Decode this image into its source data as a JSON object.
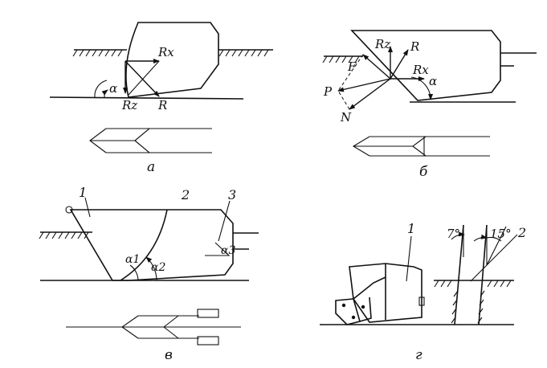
{
  "panels": {
    "a": {
      "caption": "а",
      "labels": {
        "rx": "Rx",
        "rz": "Rz",
        "r": "R",
        "alpha": "α"
      }
    },
    "b": {
      "caption": "б",
      "labels": {
        "rz": "Rz",
        "r": "R",
        "rx": "Rx",
        "f": "F",
        "p": "P",
        "n": "N",
        "alpha": "α"
      }
    },
    "v": {
      "caption": "в",
      "labels": {
        "n1": "1",
        "n2": "2",
        "n3": "3",
        "alpha1": "α1",
        "alpha2": "α2",
        "alpha3": "α3"
      }
    },
    "g": {
      "caption": "г",
      "labels": {
        "n1": "1",
        "n2": "2",
        "angle7": "7°",
        "angle15": "15°"
      }
    }
  }
}
